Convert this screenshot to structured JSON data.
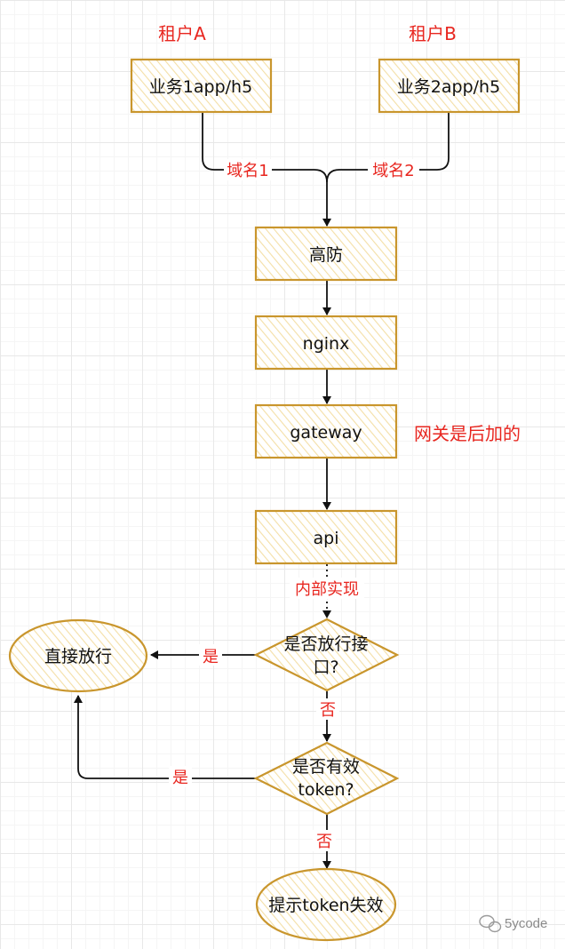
{
  "tenants": {
    "a": "租户A",
    "b": "租户B"
  },
  "nodes": {
    "biz1": "业务1app/h5",
    "biz2": "业务2app/h5",
    "gaofang": "高防",
    "nginx": "nginx",
    "gateway": "gateway",
    "api": "api",
    "whitelist_line1": "是否放行接",
    "whitelist_line2": "口?",
    "token_line1": "是否有效",
    "token_line2": "token?",
    "allow": "直接放行",
    "fail": "提示token失效"
  },
  "edge_labels": {
    "domain1": "域名1",
    "domain2": "域名2",
    "internal": "内部实现",
    "yes1": "是",
    "no1": "否",
    "yes2": "是",
    "no2": "否"
  },
  "notes": {
    "gateway_note": "网关是后加的"
  },
  "watermark": "5ycode",
  "colors": {
    "node_stroke": "#c9962d",
    "hatch": "#f4dfa6",
    "label_red": "#e8261f",
    "line": "#111111"
  }
}
